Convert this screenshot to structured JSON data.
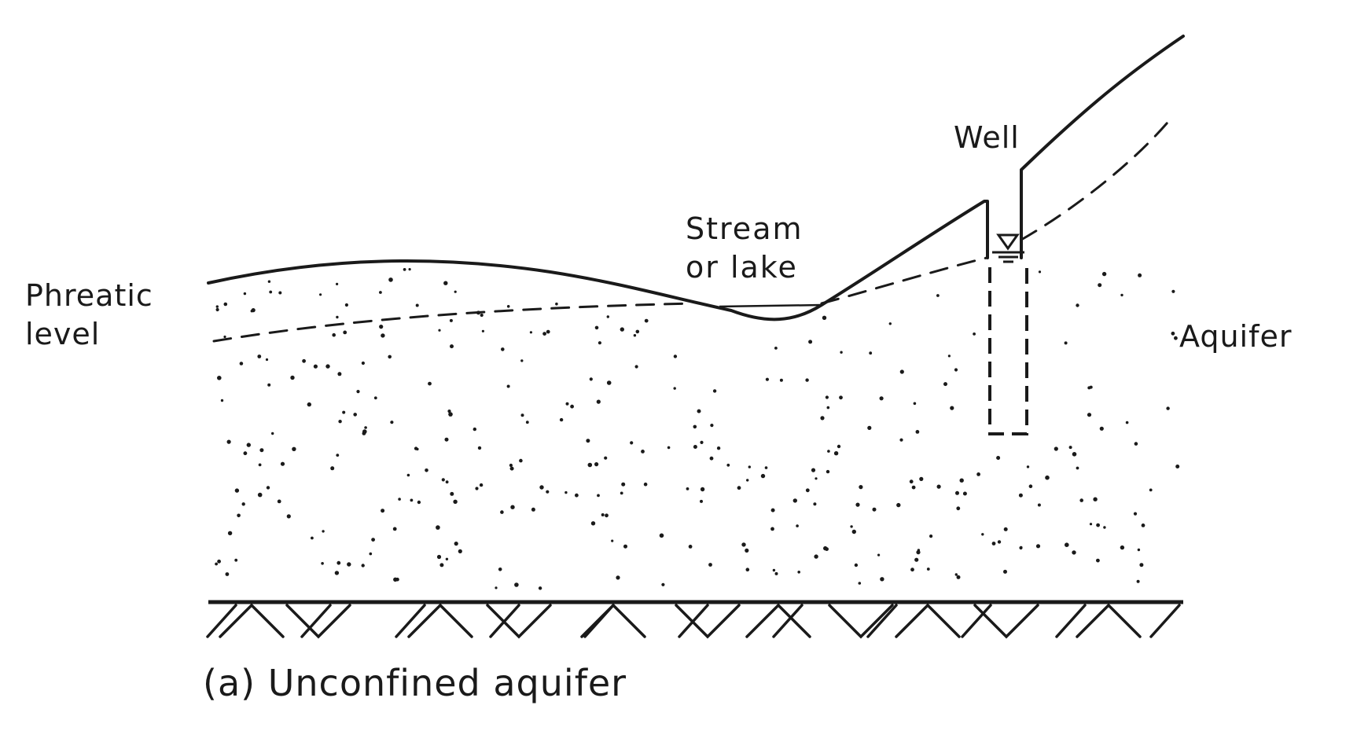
{
  "labels": {
    "phreatic_level": "Phreatic\nlevel",
    "stream_or_lake": "Stream\nor lake",
    "well": "Well",
    "aquifer": "Aquifer"
  },
  "caption": "(a) Unconfined aquifer",
  "colors": {
    "ink": "#1a1a1a",
    "background": "#ffffff"
  }
}
